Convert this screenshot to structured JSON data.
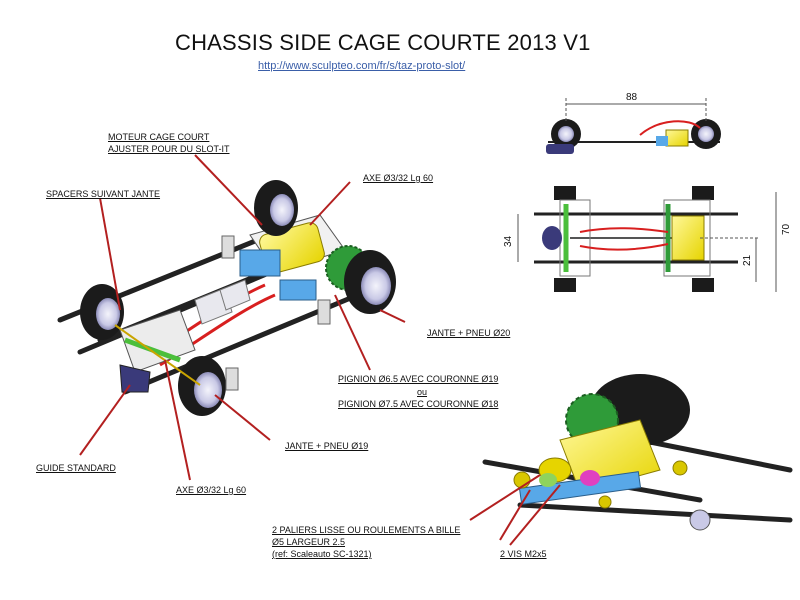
{
  "header": {
    "title": "CHASSIS SIDE CAGE COURTE 2013 V1",
    "url": "http://www.sculpteo.com/fr/s/taz-proto-slot/"
  },
  "labels": {
    "moteur_line1": "MOTEUR  CAGE COURT",
    "moteur_line2": "AJUSTER  POUR DU SLOT-IT",
    "axe_front": "AXE Ø3/32 Lg 60",
    "spacers": "SPACERS  SUIVANT  JANTE",
    "jante_20": "JANTE  + PNEU  Ø20",
    "pignion_1": "PIGNION Ø6.5 AVEC COURONNE  Ø19",
    "pignion_ou": "ou",
    "pignion_2": "PIGNION Ø7.5 AVEC COURONNE  Ø18",
    "jante_19": "JANTE  + PNEU  Ø19",
    "guide": "GUIDE STANDARD",
    "axe_rear": "AXE Ø3/32 Lg 60",
    "paliers_1": "2 PALIERS LISSE OU ROULEMENTS  A  BILLE",
    "paliers_2": "Ø5 LARGEUR  2.5",
    "paliers_3": "(ref: Scaleauto SC-1321)",
    "vis": "2 VIS M2x5"
  },
  "dimensions": {
    "length": "88",
    "width": "70",
    "inner_width": "34",
    "offset": "21"
  }
}
